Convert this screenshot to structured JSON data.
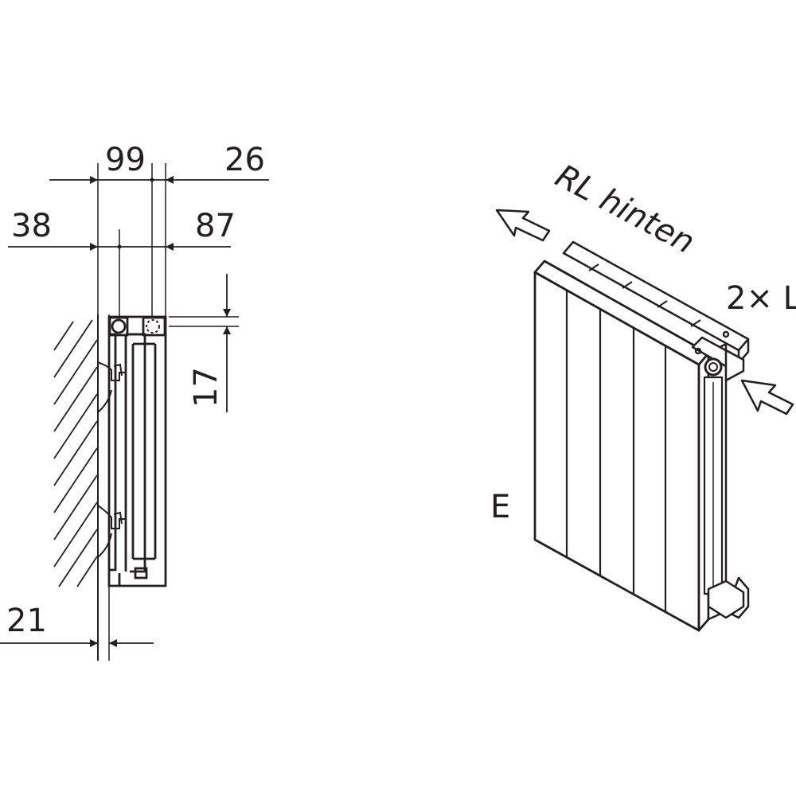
{
  "side_view": {
    "dimensions": {
      "top_left": "99",
      "top_right": "26",
      "mid_left": "38",
      "mid_right": "87",
      "vertical": "17",
      "bottom": "21"
    }
  },
  "iso_view": {
    "return_label": "RL hinten",
    "count_label": "2× L",
    "bottom_label": "E"
  },
  "colors": {
    "line": "#231f20",
    "background": "#ffffff"
  }
}
